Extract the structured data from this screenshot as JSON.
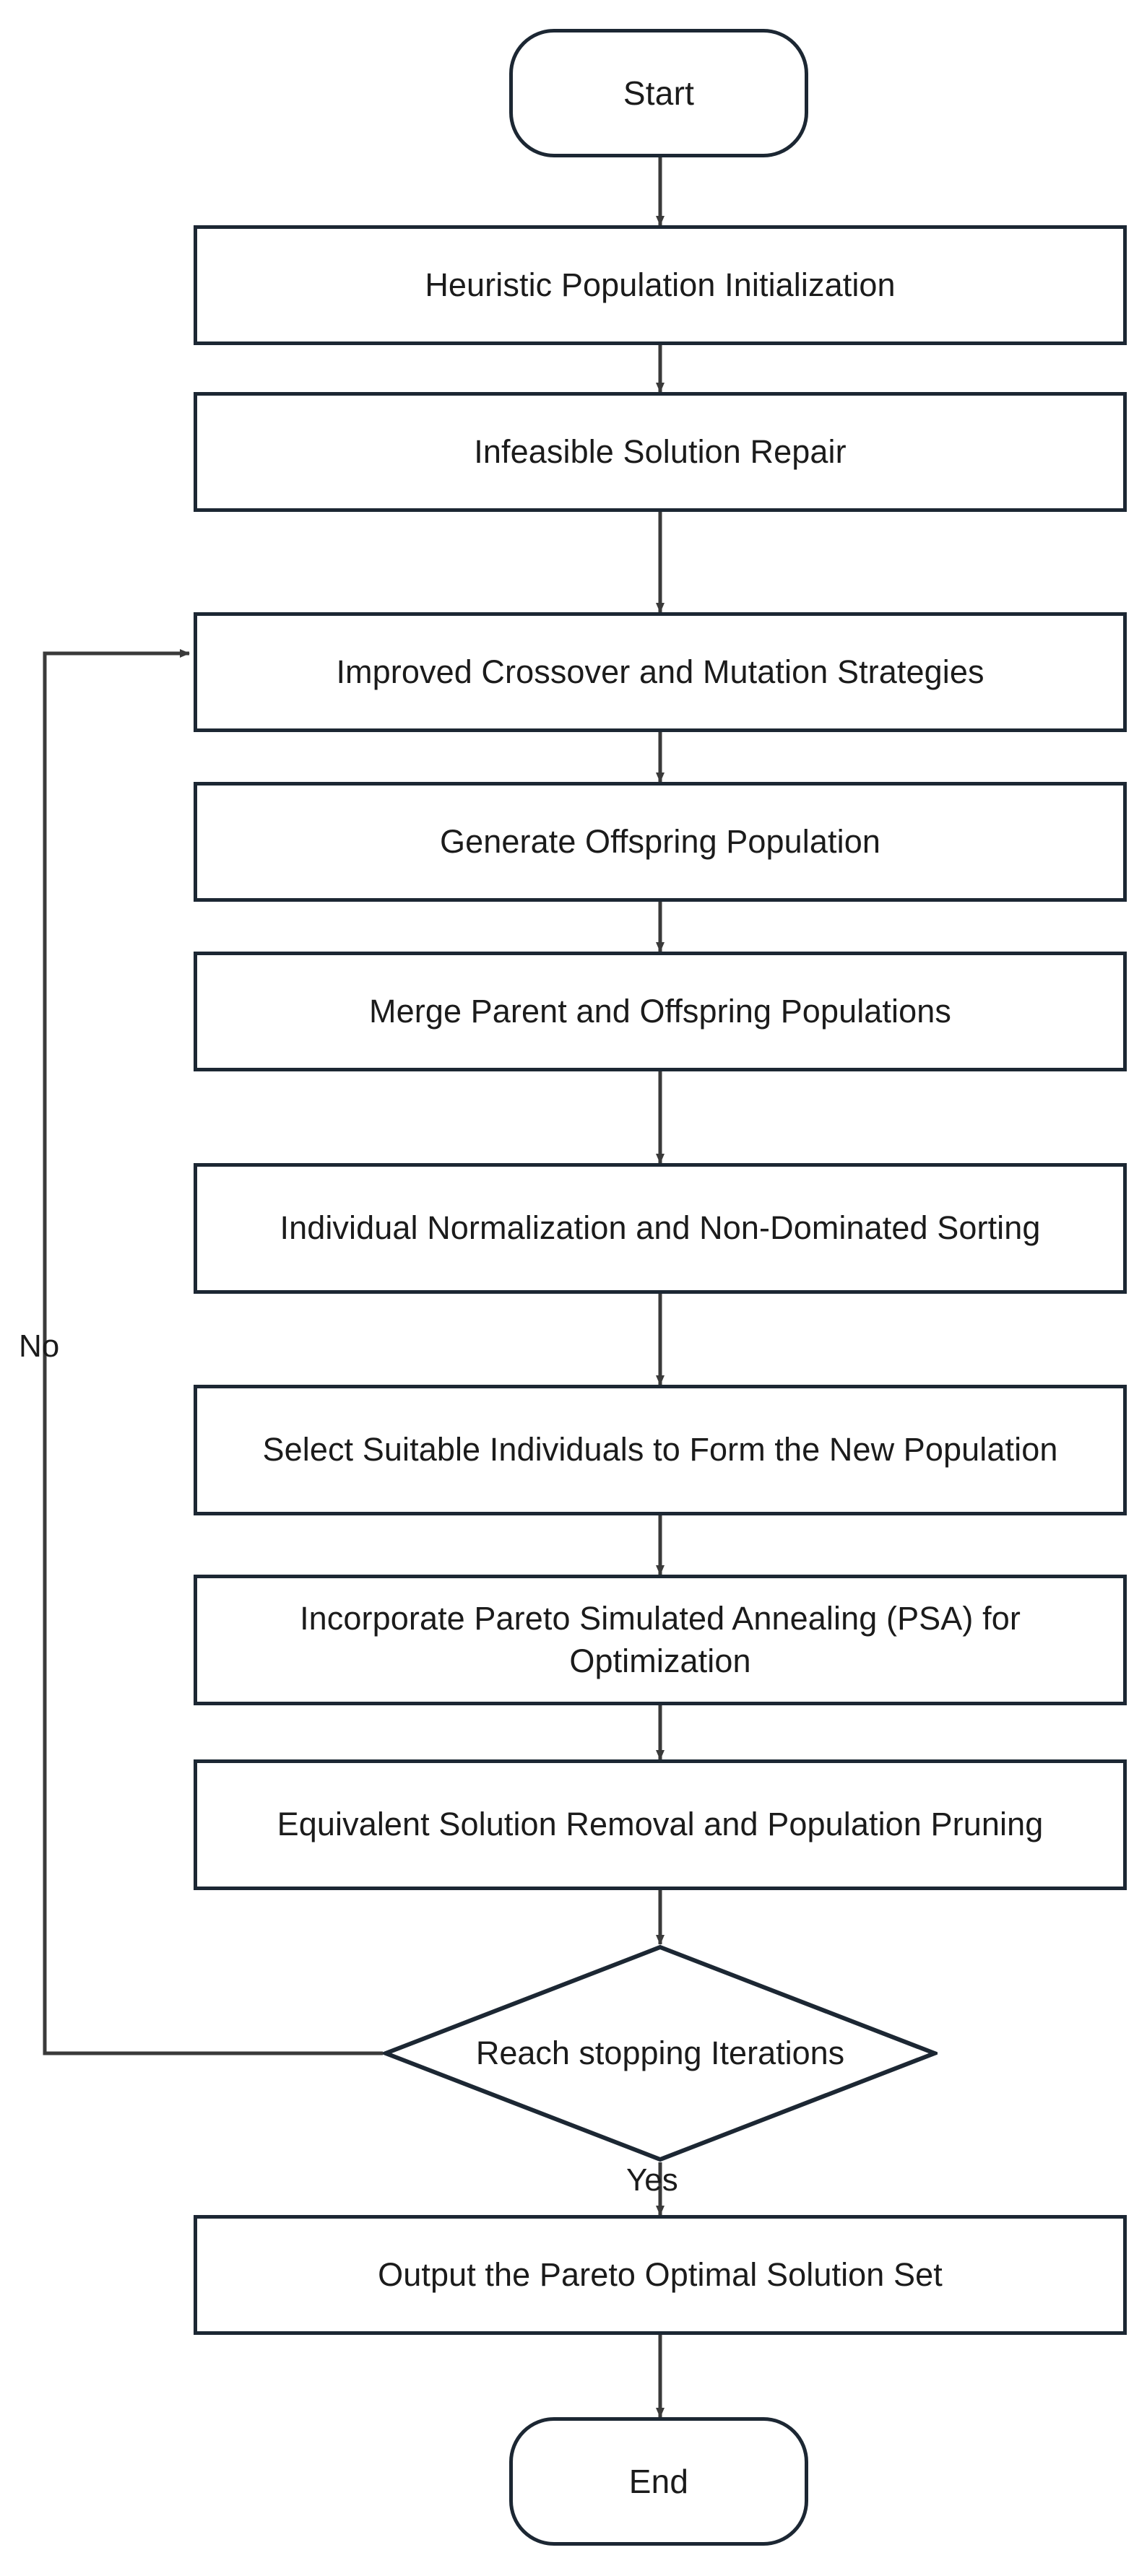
{
  "diagram": {
    "type": "flowchart",
    "title": "Improved NSGA-II with Pareto Simulated Annealing flowchart",
    "colors": {
      "node_stroke": "#1c2733",
      "connector_stroke": "#3a3a3a",
      "text": "#1b1b1b",
      "background": "#ffffff"
    },
    "nodes": [
      {
        "id": "start",
        "shape": "terminator",
        "label": "Start"
      },
      {
        "id": "n1",
        "shape": "process",
        "label": "Heuristic Population Initialization"
      },
      {
        "id": "n2",
        "shape": "process",
        "label": "Infeasible Solution Repair"
      },
      {
        "id": "n3",
        "shape": "process",
        "label": "Improved Crossover and Mutation Strategies"
      },
      {
        "id": "n4",
        "shape": "process",
        "label": "Generate Offspring Population"
      },
      {
        "id": "n5",
        "shape": "process",
        "label": "Merge Parent and Offspring Populations"
      },
      {
        "id": "n6",
        "shape": "process",
        "label": "Individual Normalization and Non-Dominated Sorting"
      },
      {
        "id": "n7",
        "shape": "process",
        "label": "Select Suitable Individuals to Form the New Population"
      },
      {
        "id": "n8",
        "shape": "process",
        "label": "Incorporate Pareto Simulated Annealing (PSA) for Optimization"
      },
      {
        "id": "n9",
        "shape": "process",
        "label": "Equivalent Solution Removal and Population Pruning"
      },
      {
        "id": "decision",
        "shape": "diamond",
        "label": "Reach stopping Iterations"
      },
      {
        "id": "n10",
        "shape": "process",
        "label": "Output the Pareto Optimal Solution Set"
      },
      {
        "id": "end",
        "shape": "terminator",
        "label": "End"
      }
    ],
    "branch_labels": {
      "no": "No",
      "yes": "Yes"
    },
    "edges": [
      {
        "from": "start",
        "to": "n1",
        "label": ""
      },
      {
        "from": "n1",
        "to": "n2",
        "label": ""
      },
      {
        "from": "n2",
        "to": "n3",
        "label": ""
      },
      {
        "from": "n3",
        "to": "n4",
        "label": ""
      },
      {
        "from": "n4",
        "to": "n5",
        "label": ""
      },
      {
        "from": "n5",
        "to": "n6",
        "label": ""
      },
      {
        "from": "n6",
        "to": "n7",
        "label": ""
      },
      {
        "from": "n7",
        "to": "n8",
        "label": ""
      },
      {
        "from": "n8",
        "to": "n9",
        "label": ""
      },
      {
        "from": "n9",
        "to": "decision",
        "label": ""
      },
      {
        "from": "decision",
        "to": "n3",
        "label": "No"
      },
      {
        "from": "decision",
        "to": "n10",
        "label": "Yes"
      },
      {
        "from": "n10",
        "to": "end",
        "label": ""
      }
    ]
  }
}
